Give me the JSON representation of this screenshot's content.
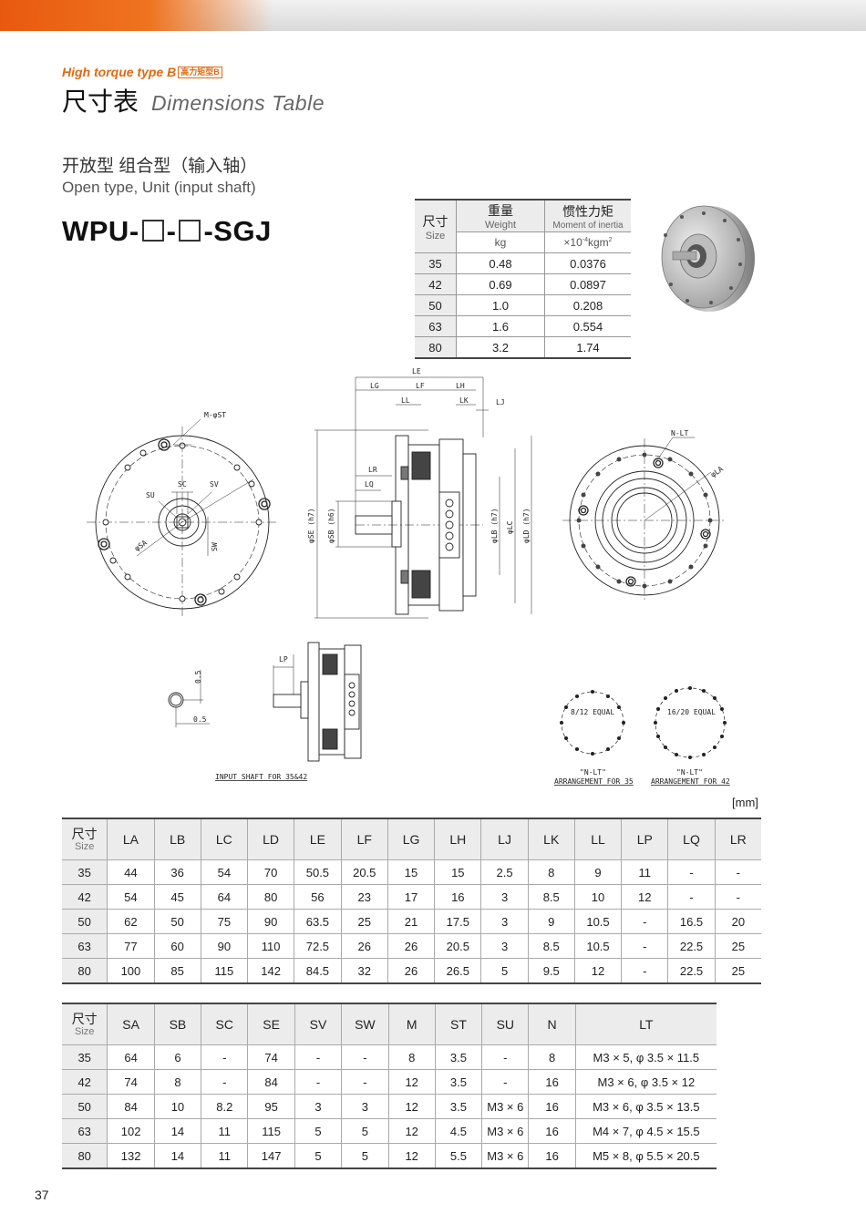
{
  "header": {
    "series": "High torque type B",
    "series_tag": "高力矩型B",
    "title_cn": "尺寸表",
    "title_en": "Dimensions Table",
    "subtitle_cn": "开放型 组合型（输入轴）",
    "subtitle_en": "Open type, Unit (input shaft)",
    "model_prefix": "WPU-",
    "model_sep": "-",
    "model_suffix": "-SGJ"
  },
  "weight_table": {
    "size_cn": "尺寸",
    "size_en": "Size",
    "weight_cn": "重量",
    "weight_en": "Weight",
    "inertia_cn": "惯性力矩",
    "inertia_en": "Moment of inertia",
    "weight_unit": "kg",
    "inertia_unit_base": "×10",
    "inertia_unit_exp": "-4",
    "inertia_unit_tail": "kgm",
    "inertia_unit_sq": "2",
    "rows": [
      [
        "35",
        "0.48",
        "0.0376"
      ],
      [
        "42",
        "0.69",
        "0.0897"
      ],
      [
        "50",
        "1.0",
        "0.208"
      ],
      [
        "63",
        "1.6",
        "0.554"
      ],
      [
        "80",
        "3.2",
        "1.74"
      ]
    ]
  },
  "drawing": {
    "front": {
      "mst": "M-φST",
      "su": "SU",
      "sc": "SC",
      "sv": "SV",
      "sa": "φSA",
      "sw": "SW"
    },
    "side": {
      "le": "LE",
      "lg": "LG",
      "lf": "LF",
      "lh": "LH",
      "ll": "LL",
      "lk": "LK",
      "lj": "LJ",
      "lr": "LR",
      "lq": "LQ",
      "se": "φSE (h7)",
      "sb": "φSB (h6)",
      "lb": "φLB (h7)",
      "lc": "φLC",
      "ld": "φLD (h7)"
    },
    "rear": {
      "nlt": "N-LT",
      "la": "φLA"
    },
    "small": {
      "lp": "LP",
      "dim_v": "0.5",
      "dim_h": "0.5",
      "caption": "INPUT SHAFT FOR 35&42"
    },
    "pattern1": {
      "label": "8/12 EQUAL",
      "cap1": "\"N-LT\"",
      "cap2": "ARRANGEMENT FOR 35"
    },
    "pattern2": {
      "label": "16/20 EQUAL",
      "cap1": "\"N-LT\"",
      "cap2": "ARRANGEMENT FOR 42"
    }
  },
  "unit_label": "[mm]",
  "dim_table1": {
    "size_cn": "尺寸",
    "size_en": "Size",
    "headers": [
      "LA",
      "LB",
      "LC",
      "LD",
      "LE",
      "LF",
      "LG",
      "LH",
      "LJ",
      "LK",
      "LL",
      "LP",
      "LQ",
      "LR"
    ],
    "rows": [
      [
        "35",
        "44",
        "36",
        "54",
        "70",
        "50.5",
        "20.5",
        "15",
        "15",
        "2.5",
        "8",
        "9",
        "11",
        "-",
        "-"
      ],
      [
        "42",
        "54",
        "45",
        "64",
        "80",
        "56",
        "23",
        "17",
        "16",
        "3",
        "8.5",
        "10",
        "12",
        "-",
        "-"
      ],
      [
        "50",
        "62",
        "50",
        "75",
        "90",
        "63.5",
        "25",
        "21",
        "17.5",
        "3",
        "9",
        "10.5",
        "-",
        "16.5",
        "20"
      ],
      [
        "63",
        "77",
        "60",
        "90",
        "110",
        "72.5",
        "26",
        "26",
        "20.5",
        "3",
        "8.5",
        "10.5",
        "-",
        "22.5",
        "25"
      ],
      [
        "80",
        "100",
        "85",
        "115",
        "142",
        "84.5",
        "32",
        "26",
        "26.5",
        "5",
        "9.5",
        "12",
        "-",
        "22.5",
        "25"
      ]
    ]
  },
  "dim_table2": {
    "size_cn": "尺寸",
    "size_en": "Size",
    "headers": [
      "SA",
      "SB",
      "SC",
      "SE",
      "SV",
      "SW",
      "M",
      "ST",
      "SU",
      "N",
      "LT"
    ],
    "rows": [
      [
        "35",
        "64",
        "6",
        "-",
        "74",
        "-",
        "-",
        "8",
        "3.5",
        "-",
        "8",
        "M3 × 5, φ 3.5 × 11.5"
      ],
      [
        "42",
        "74",
        "8",
        "-",
        "84",
        "-",
        "-",
        "12",
        "3.5",
        "-",
        "16",
        "M3 × 6, φ 3.5 × 12"
      ],
      [
        "50",
        "84",
        "10",
        "8.2",
        "95",
        "3",
        "3",
        "12",
        "3.5",
        "M3 × 6",
        "16",
        "M3 × 6, φ 3.5 × 13.5"
      ],
      [
        "63",
        "102",
        "14",
        "11",
        "115",
        "5",
        "5",
        "12",
        "4.5",
        "M3 × 6",
        "16",
        "M4 × 7, φ 4.5 × 15.5"
      ],
      [
        "80",
        "132",
        "14",
        "11",
        "147",
        "5",
        "5",
        "12",
        "5.5",
        "M3 × 6",
        "16",
        "M5 × 8, φ 5.5 × 20.5"
      ]
    ]
  },
  "page_number": "37"
}
